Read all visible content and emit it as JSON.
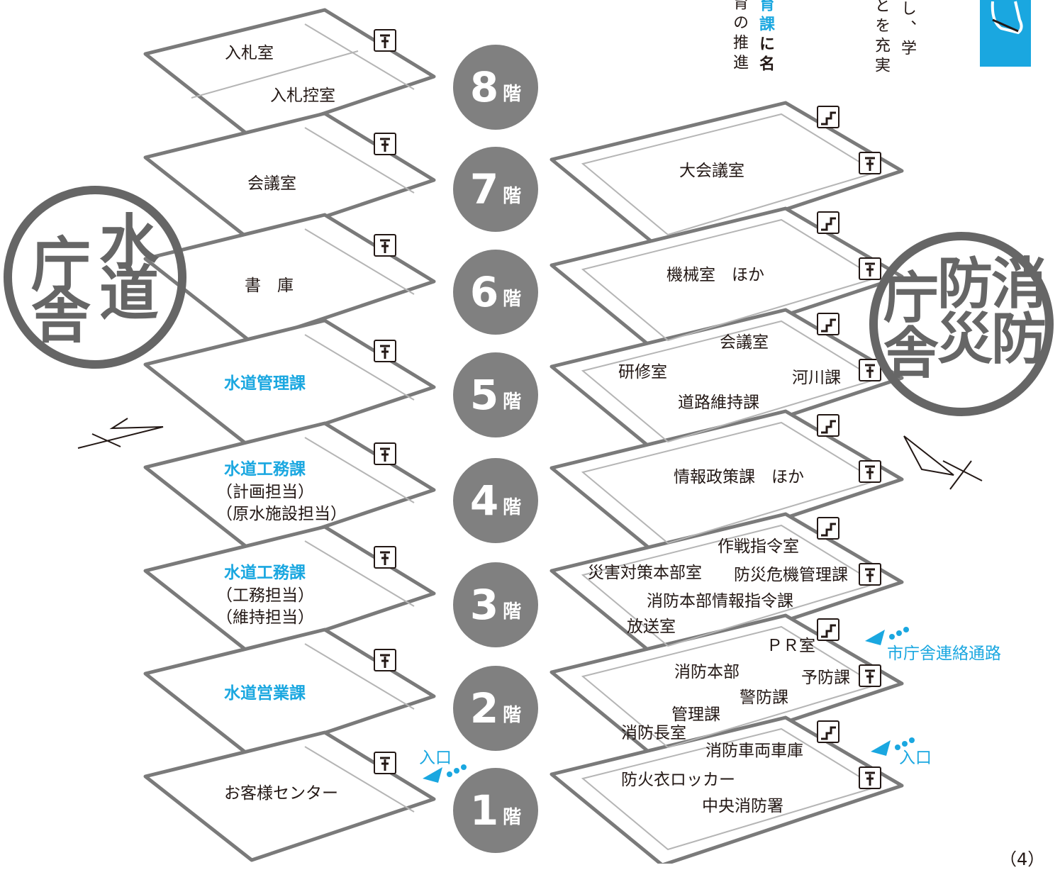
{
  "buildings": {
    "water": {
      "name_chars": [
        "水",
        "道",
        "庁",
        "舎"
      ]
    },
    "fire": {
      "name_chars": [
        "消",
        "防",
        "防",
        "災",
        "庁",
        "舎"
      ]
    }
  },
  "floors": [
    {
      "num": "8",
      "suffix": "階"
    },
    {
      "num": "7",
      "suffix": "階"
    },
    {
      "num": "6",
      "suffix": "階"
    },
    {
      "num": "5",
      "suffix": "階"
    },
    {
      "num": "4",
      "suffix": "階"
    },
    {
      "num": "3",
      "suffix": "階"
    },
    {
      "num": "2",
      "suffix": "階"
    },
    {
      "num": "1",
      "suffix": "階"
    }
  ],
  "water_rooms": {
    "f8a": "入札室",
    "f8b": "入札控室",
    "f7": "会議室",
    "f6": "書　庫",
    "f5": "水道管理課",
    "f4_title": "水道工務課",
    "f4_l1": "（計画担当）",
    "f4_l2": "（原水施設担当）",
    "f3_title": "水道工務課",
    "f3_l1": "（工務担当）",
    "f3_l2": "（維持担当）",
    "f2": "水道営業課",
    "f1": "お客様センター"
  },
  "fire_rooms": {
    "f7": "大会議室",
    "f6": "機械室　ほか",
    "f5_conf": "会議室",
    "f5_train": "研修室",
    "f5_river": "河川課",
    "f5_road": "道路維持課",
    "f4": "情報政策課　ほか",
    "f3_ops": "作戦指令室",
    "f3_disaster": "災害対策本部室",
    "f3_crisis": "防災危機管理課",
    "f3_info": "消防本部情報指令課",
    "f3_broadcast": "放送室",
    "f2_pr": "ＰＲ室",
    "f2_hq": "消防本部",
    "f2_prev": "予防課",
    "f2_guard": "警防課",
    "f2_mgmt": "管理課",
    "f2_chief": "消防長室",
    "f1_garage": "消防車両車庫",
    "f1_locker": "防火衣ロッカー",
    "f1_station": "中央消防署"
  },
  "entrances": {
    "water": "入口",
    "fire": "入口",
    "link": "市庁舎連絡通路"
  },
  "top_text": {
    "col1": [
      "育",
      "課",
      "に",
      "名"
    ],
    "col2": [
      "育",
      "の",
      "推",
      "進"
    ],
    "col3": [
      "し",
      "、",
      "学"
    ],
    "col4": [
      "と",
      "を",
      "充",
      "実"
    ]
  },
  "page_number": "（4）",
  "colors": {
    "accent": "#1aa7e0",
    "gray": "#808080",
    "outline": "#777777"
  }
}
